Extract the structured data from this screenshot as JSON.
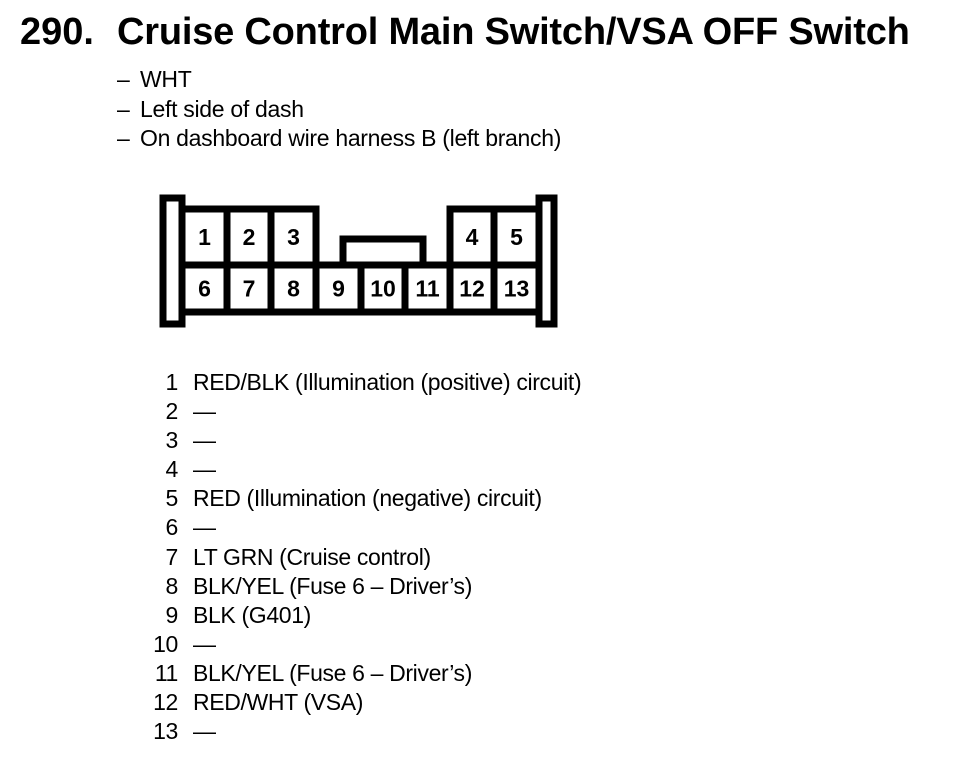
{
  "page": {
    "index": "290.",
    "title": "Cruise Control Main Switch/VSA OFF Switch",
    "bullet": "–",
    "notes": [
      "WHT",
      "Left side of dash",
      "On dashboard wire harness B (left branch)"
    ]
  },
  "connector": {
    "top_row_pins": [
      "1",
      "2",
      "3",
      "4",
      "5"
    ],
    "bottom_row_pins": [
      "6",
      "7",
      "8",
      "9",
      "10",
      "11",
      "12",
      "13"
    ]
  },
  "pinout": [
    {
      "pin": "1",
      "desc": "RED/BLK (Illumination (positive) circuit)"
    },
    {
      "pin": "2",
      "desc": "—"
    },
    {
      "pin": "3",
      "desc": "—"
    },
    {
      "pin": "4",
      "desc": "—"
    },
    {
      "pin": "5",
      "desc": "RED (Illumination (negative) circuit)"
    },
    {
      "pin": "6",
      "desc": "—"
    },
    {
      "pin": "7",
      "desc": "LT GRN (Cruise control)"
    },
    {
      "pin": "8",
      "desc": "BLK/YEL (Fuse 6 – Driver’s)"
    },
    {
      "pin": "9",
      "desc": "BLK (G401)"
    },
    {
      "pin": "10",
      "desc": "—"
    },
    {
      "pin": "11",
      "desc": "BLK/YEL (Fuse 6 – Driver’s)"
    },
    {
      "pin": "12",
      "desc": "RED/WHT (VSA)"
    },
    {
      "pin": "13",
      "desc": "—"
    }
  ],
  "colors": {
    "ink": "#000000",
    "paper": "#ffffff"
  }
}
